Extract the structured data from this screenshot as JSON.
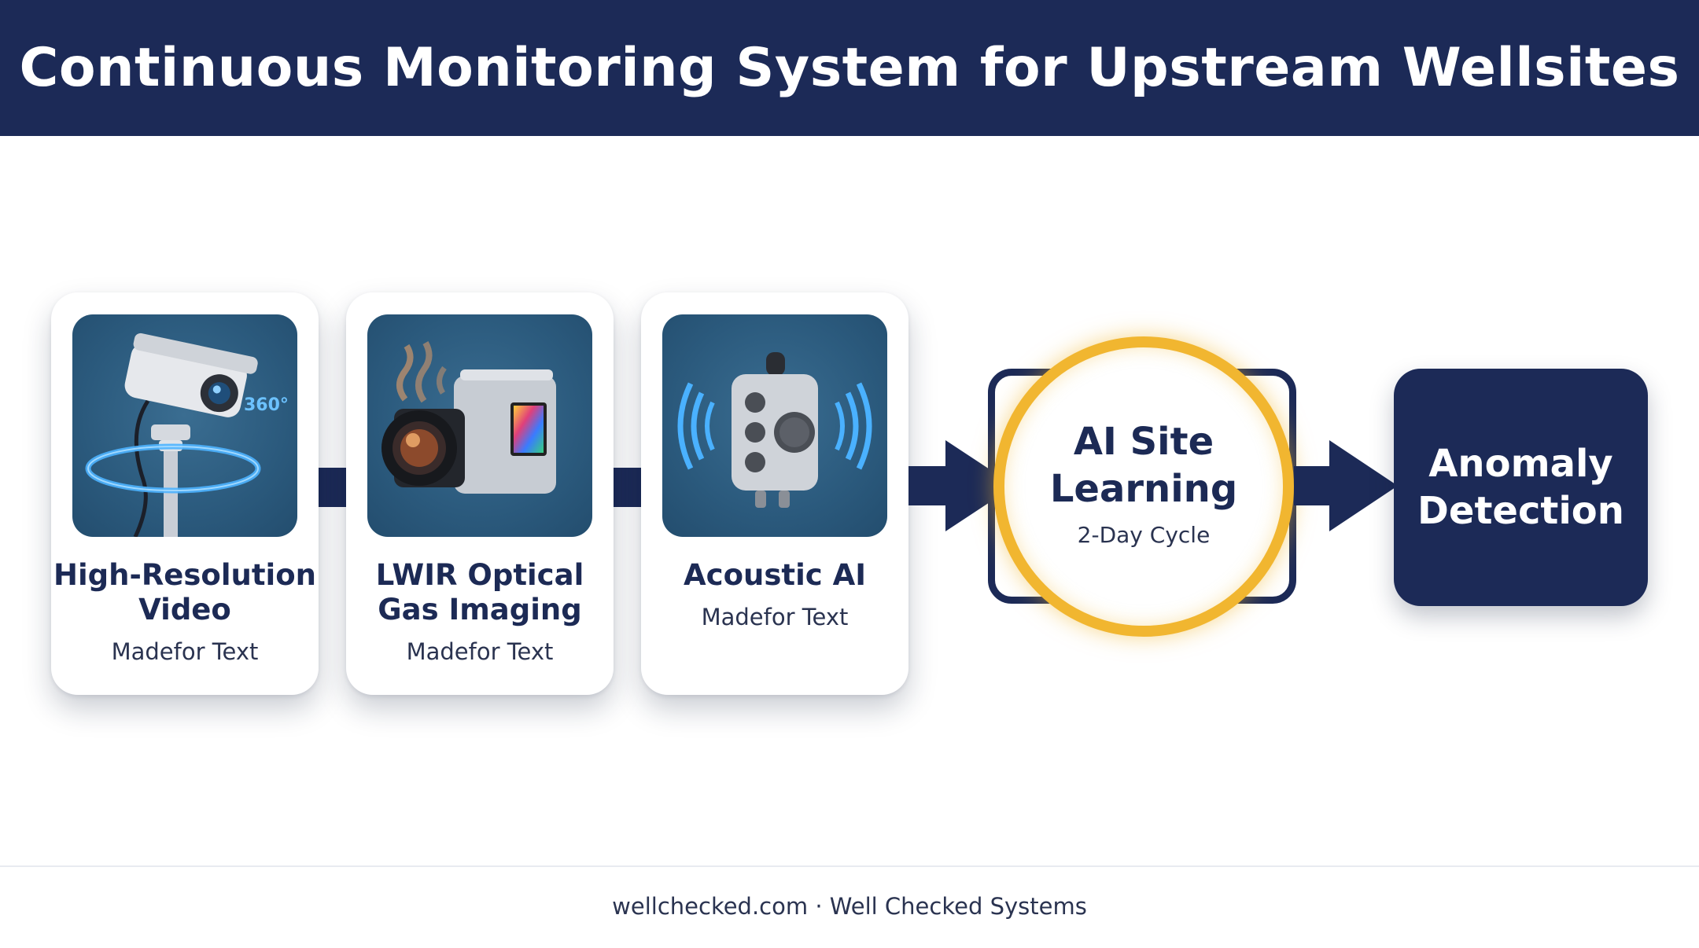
{
  "header": {
    "title": "Continuous Monitoring System for Upstream Wellsites"
  },
  "cards": [
    {
      "title": "High-Resolution Video",
      "subtitle": "Madefor Text",
      "badge": "360°",
      "icon": "security-camera-icon"
    },
    {
      "title": "LWIR Optical Gas Imaging",
      "subtitle": "Madefor Text",
      "icon": "thermal-camera-icon"
    },
    {
      "title": "Acoustic AI",
      "subtitle": "Madefor Text",
      "icon": "acoustic-sensor-icon"
    }
  ],
  "ai_stage": {
    "title": "AI Site Learning",
    "subtitle": "2-Day Cycle"
  },
  "result_stage": {
    "title": "Anomaly Detection"
  },
  "footer": {
    "text": "wellchecked.com · Well Checked Systems"
  },
  "colors": {
    "navy": "#1c2a57",
    "gold": "#f1b630",
    "tile": "#2b5a7d",
    "white": "#ffffff"
  }
}
